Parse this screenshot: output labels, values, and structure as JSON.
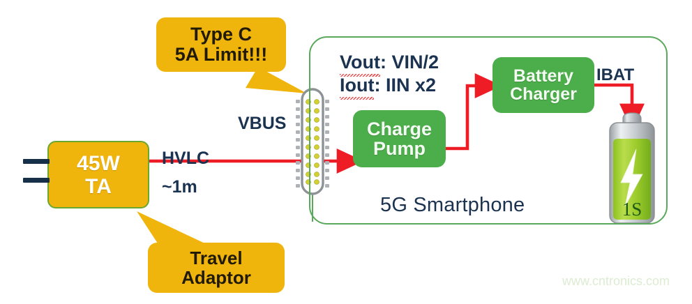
{
  "diagram": {
    "title": "45W Travel Adaptor to 5G Smartphone charge pump fast-charging block diagram",
    "watermark": "www.cntronics.com"
  },
  "source": {
    "adaptor_box": {
      "line1": "45W",
      "line2": "TA"
    },
    "callout_travel": {
      "line1": "Travel",
      "line2": "Adaptor"
    },
    "cable_label": "HVLC",
    "cable_length": "~1m"
  },
  "connector": {
    "callout": {
      "line1": "Type C",
      "line2": "5A Limit!!!"
    },
    "bus_label": "VBUS",
    "pin_columns": 2,
    "pin_rows": 10
  },
  "phone": {
    "label": "5G Smartphone",
    "formulas": [
      {
        "prefix": "Vout",
        "separator": ":",
        "value": "VIN/2",
        "misspelled": true
      },
      {
        "prefix": "Iout",
        "separator": ":",
        "value": "IIN x2",
        "misspelled": true
      }
    ],
    "blocks": [
      {
        "id": "charge-pump",
        "line1": "Charge",
        "line2": "Pump"
      },
      {
        "id": "battery-charger",
        "line1": "Battery",
        "line2": "Charger"
      }
    ],
    "battery": {
      "capacity_label": "1S",
      "current_label": "IBAT"
    }
  },
  "colors": {
    "amber": "#f0b50d",
    "green_block": "#4cae4a",
    "phone_outline": "#5aa85a",
    "navy_text": "#1b3350",
    "red_path": "#ee1c25",
    "battery_green_light": "#b5d846",
    "battery_green_dark": "#74b52a",
    "watermark": "#dcecd2"
  }
}
